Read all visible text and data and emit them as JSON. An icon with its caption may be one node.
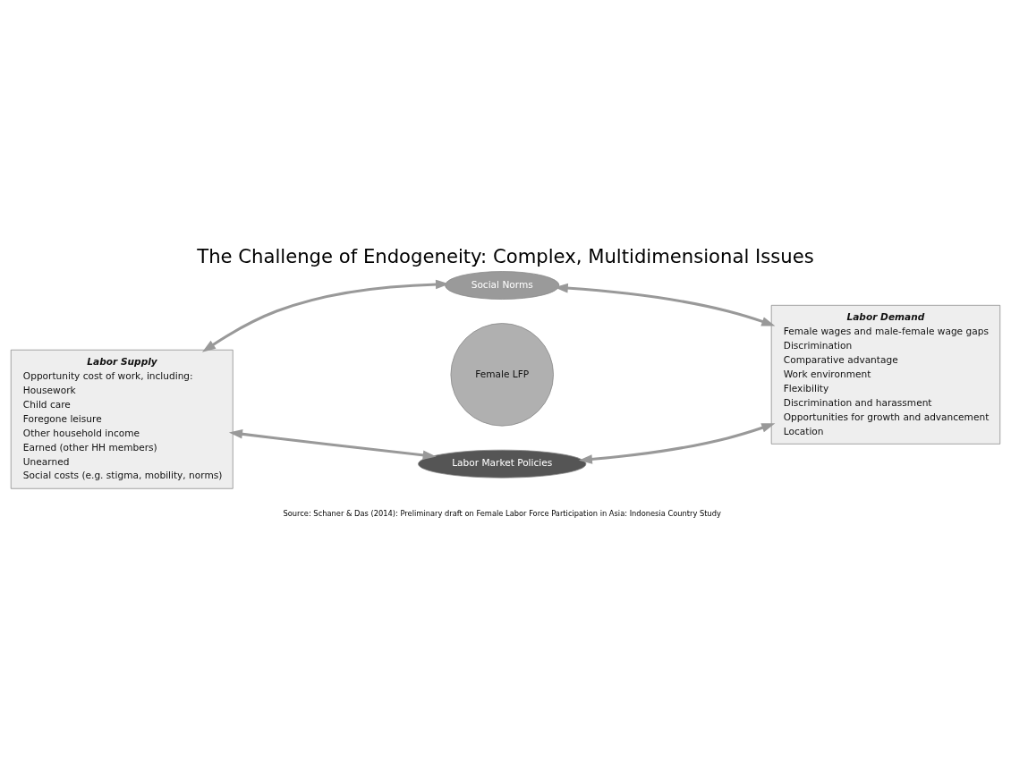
{
  "diagram": {
    "title": "The Challenge of Endogeneity: Complex, Multidimensional Issues",
    "caption": "Source: Schaner & Das (2014): Preliminary draft on Female Labor Force Participation in Asia: Indonesia Country Study",
    "nodes": [
      {
        "text": [
          "Labor Supply",
          "Opportunity cost of work, including:",
          "Housework",
          "Child care",
          "Foregone leisure",
          "Other household income",
          "Earned (other HH members)",
          "Unearned",
          "Social costs (e.g. stigma, mobility, norms)"
        ]
      },
      {
        "text": [
          "Social Norms"
        ]
      },
      {
        "text": [
          "Labor Demand",
          "Female wages and male-female wage gaps",
          "Discrimination",
          "Comparative advantage",
          "Work environment",
          "Flexibility",
          "Discrimination and harassment",
          "Opportunities for growth and advancement",
          "Location"
        ]
      },
      {
        "text": [
          "Female LFP"
        ]
      },
      {
        "text": [
          "Labor Market Policies"
        ]
      }
    ],
    "edges": [
      {
        "from": 0,
        "to": 1,
        "arrow": "both"
      },
      {
        "from": 1,
        "to": 2,
        "arrow": "both"
      },
      {
        "from": 0,
        "to": 4,
        "arrow": "both"
      },
      {
        "from": 4,
        "to": 2,
        "arrow": "both"
      }
    ]
  }
}
